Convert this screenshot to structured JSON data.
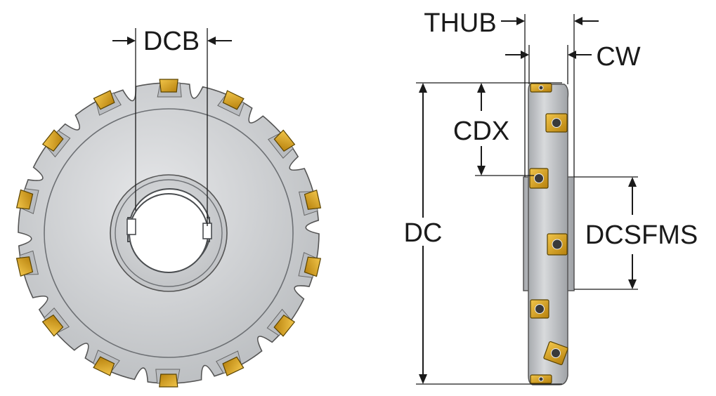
{
  "labels": {
    "dcb": "DCB",
    "thub": "THUB",
    "cw": "CW",
    "cdx": "CDX",
    "dc": "DC",
    "dcsfms": "DCSFMS"
  },
  "colors": {
    "body": "#c9cbce",
    "insert": "#d9a21b",
    "line": "#1a1a1a"
  }
}
